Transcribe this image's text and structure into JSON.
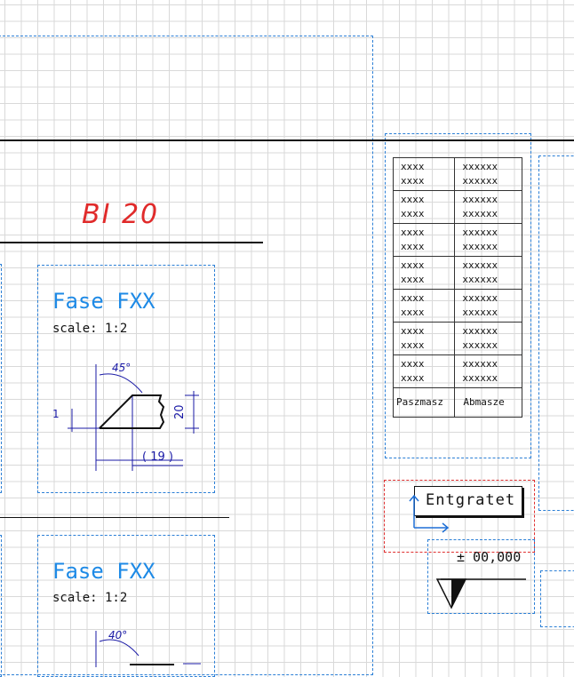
{
  "drawing": {
    "section_title": "BI 20",
    "details": [
      {
        "title": "Fase FXX",
        "scale": "scale: 1:2",
        "angle": "45°",
        "dim_left": "1",
        "dim_height": "20",
        "dim_width": "( 19 )"
      },
      {
        "title": "Fase FXX",
        "scale": "scale: 1:2",
        "angle": "40°"
      }
    ],
    "table": {
      "rows": [
        [
          "xxxx",
          "xxxx",
          "xxxxxx",
          "xxxxxx"
        ],
        [
          "xxxx",
          "xxxx",
          "xxxxxx",
          "xxxxxx"
        ],
        [
          "xxxx",
          "xxxx",
          "xxxxxx",
          "xxxxxx"
        ],
        [
          "xxxx",
          "xxxx",
          "xxxxxx",
          "xxxxxx"
        ],
        [
          "xxxx",
          "xxxx",
          "xxxxxx",
          "xxxxxx"
        ],
        [
          "xxxx",
          "xxxx",
          "xxxxxx",
          "xxxxxx"
        ],
        [
          "xxxx",
          "xxxx",
          "xxxxxx",
          "xxxxxx"
        ]
      ],
      "footer": [
        "Paszmasz",
        "Abmasze"
      ]
    },
    "note_label": "Entgratet",
    "level_mark": "± 00,000"
  },
  "colors": {
    "grid": "#d9d9d9",
    "frame_blue": "#2b7fd6",
    "frame_red": "#e03030",
    "title_red": "#e02a2a",
    "fase_blue": "#1e8ae6",
    "dimension_blue": "#1a1aa6"
  }
}
